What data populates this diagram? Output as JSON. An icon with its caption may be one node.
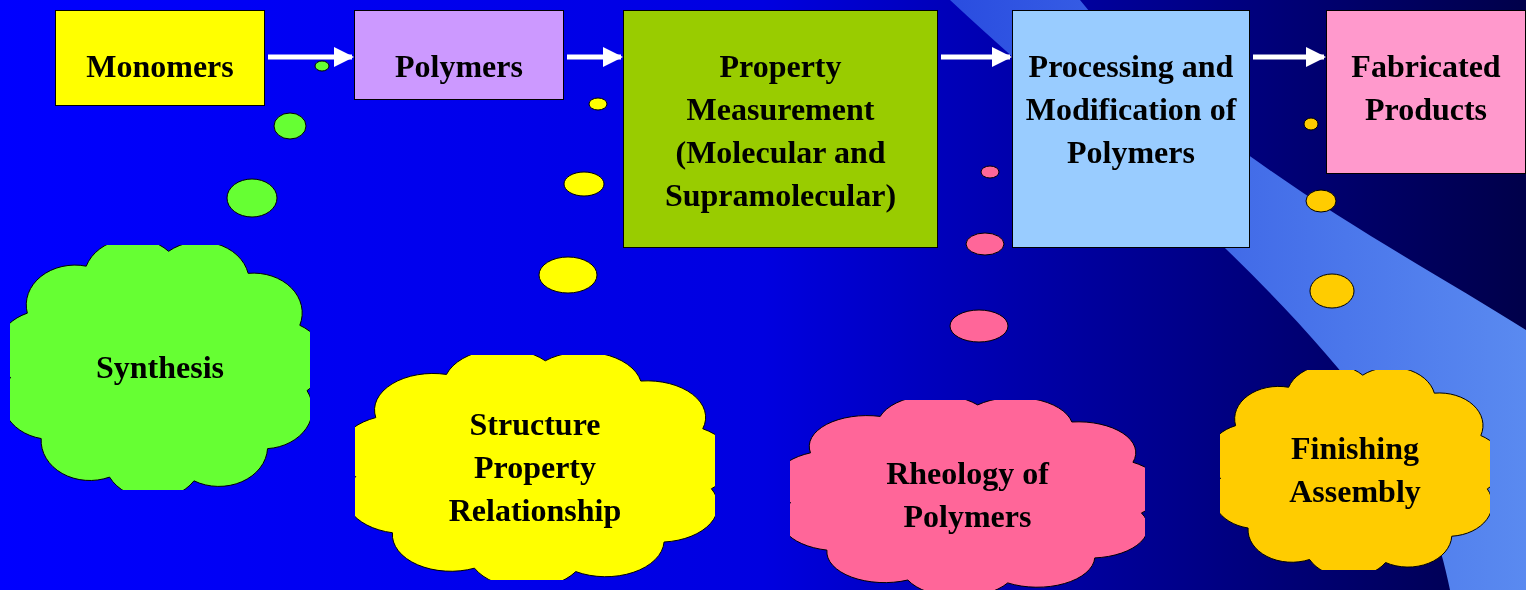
{
  "diagram": {
    "nodes": [
      {
        "text": [
          "Monomers"
        ]
      },
      {
        "text": [
          "Polymers"
        ]
      },
      {
        "text": [
          "Property Measurement (Molecular and Supramolecular)"
        ]
      },
      {
        "text": [
          "Processing and Modification of Polymers"
        ]
      },
      {
        "text": [
          "Fabricated Products"
        ]
      },
      {
        "text": [
          "Synthesis"
        ]
      },
      {
        "text": [
          "Structure Property Relationship"
        ]
      },
      {
        "text": [
          "Rheology of Polymers"
        ]
      },
      {
        "text": [
          "Finishing Assembly"
        ]
      }
    ],
    "edges": [
      {
        "from": 0,
        "to": 1,
        "arrow": "to"
      },
      {
        "from": 1,
        "to": 2,
        "arrow": "to"
      },
      {
        "from": 2,
        "to": 3,
        "arrow": "to"
      },
      {
        "from": 3,
        "to": 4,
        "arrow": "to"
      }
    ]
  }
}
